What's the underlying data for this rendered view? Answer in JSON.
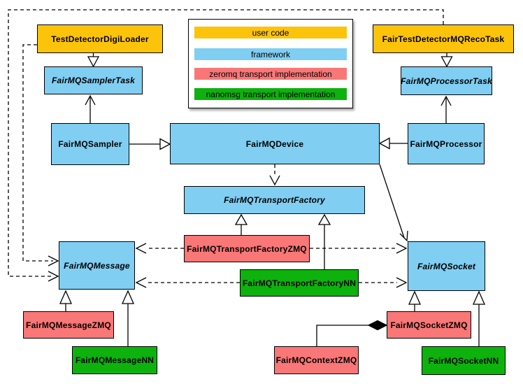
{
  "diagram_type": "uml-class-diagram",
  "palette": {
    "user_code": "#fcc30b",
    "framework": "#80cef2",
    "zeromq": "#f97777",
    "nanomsg": "#0db20d",
    "line": "#000000",
    "background": "#ffffff"
  },
  "legend": {
    "items": [
      {
        "label": "user code",
        "color": "#fcc30b",
        "category": "user_code"
      },
      {
        "label": "framework",
        "color": "#80cef2",
        "category": "framework"
      },
      {
        "label": "zeromq transport implementation",
        "color": "#f97777",
        "category": "zeromq"
      },
      {
        "label": "nanomsg transport implementation",
        "color": "#0db20d",
        "category": "nanomsg"
      }
    ]
  },
  "nodes": {
    "test_detector_digi_loader": {
      "label": "TestDetectorDigiLoader",
      "category": "user_code",
      "abstract": false
    },
    "fair_test_detector_mq_reco_task": {
      "label": "FairTestDetectorMQRecoTask",
      "category": "user_code",
      "abstract": false
    },
    "fairmq_sampler_task": {
      "label": "FairMQSamplerTask",
      "category": "framework",
      "abstract": true
    },
    "fairmq_processor_task": {
      "label": "FairMQProcessorTask",
      "category": "framework",
      "abstract": true
    },
    "fairmq_sampler": {
      "label": "FairMQSampler",
      "category": "framework",
      "abstract": false
    },
    "fairmq_device": {
      "label": "FairMQDevice",
      "category": "framework",
      "abstract": false
    },
    "fairmq_processor": {
      "label": "FairMQProcessor",
      "category": "framework",
      "abstract": false
    },
    "fairmq_transport_factory": {
      "label": "FairMQTransportFactory",
      "category": "framework",
      "abstract": true
    },
    "fairmq_transport_factory_zmq": {
      "label": "FairMQTransportFactoryZMQ",
      "category": "zeromq",
      "abstract": false
    },
    "fairmq_transport_factory_nn": {
      "label": "FairMQTransportFactoryNN",
      "category": "nanomsg",
      "abstract": false
    },
    "fairmq_message": {
      "label": "FairMQMessage",
      "category": "framework",
      "abstract": true
    },
    "fairmq_socket": {
      "label": "FairMQSocket",
      "category": "framework",
      "abstract": true
    },
    "fairmq_message_zmq": {
      "label": "FairMQMessageZMQ",
      "category": "zeromq",
      "abstract": false
    },
    "fairmq_message_nn": {
      "label": "FairMQMessageNN",
      "category": "nanomsg",
      "abstract": false
    },
    "fairmq_context_zmq": {
      "label": "FairMQContextZMQ",
      "category": "zeromq",
      "abstract": false
    },
    "fairmq_socket_zmq": {
      "label": "FairMQSocketZMQ",
      "category": "zeromq",
      "abstract": false
    },
    "fairmq_socket_nn": {
      "label": "FairMQSocketNN",
      "category": "nanomsg",
      "abstract": false
    }
  },
  "relationships": [
    {
      "from": "TestDetectorDigiLoader",
      "to": "FairMQSamplerTask",
      "type": "generalization"
    },
    {
      "from": "FairTestDetectorMQRecoTask",
      "to": "FairMQProcessorTask",
      "type": "generalization"
    },
    {
      "from": "FairMQSampler",
      "to": "FairMQSamplerTask",
      "type": "association-arrow"
    },
    {
      "from": "FairMQProcessor",
      "to": "FairMQProcessorTask",
      "type": "association-arrow"
    },
    {
      "from": "FairMQSampler",
      "to": "FairMQDevice",
      "type": "generalization"
    },
    {
      "from": "FairMQProcessor",
      "to": "FairMQDevice",
      "type": "generalization"
    },
    {
      "from": "FairMQDevice",
      "to": "FairMQTransportFactory",
      "type": "dashed-dependency"
    },
    {
      "from": "FairMQDevice",
      "to": "FairMQSocket",
      "type": "association-arrow"
    },
    {
      "from": "FairMQTransportFactoryZMQ",
      "to": "FairMQTransportFactory",
      "type": "generalization"
    },
    {
      "from": "FairMQTransportFactoryNN",
      "to": "FairMQTransportFactory",
      "type": "generalization"
    },
    {
      "from": "FairMQTransportFactoryZMQ",
      "to": "FairMQMessage",
      "type": "dashed-dependency"
    },
    {
      "from": "FairMQTransportFactoryZMQ",
      "to": "FairMQSocket",
      "type": "dashed-dependency"
    },
    {
      "from": "FairMQTransportFactoryNN",
      "to": "FairMQMessage",
      "type": "dashed-dependency"
    },
    {
      "from": "FairMQTransportFactoryNN",
      "to": "FairMQSocket",
      "type": "dashed-dependency"
    },
    {
      "from": "TestDetectorDigiLoader",
      "to": "FairMQMessage",
      "type": "dashed-dependency"
    },
    {
      "from": "FairTestDetectorMQRecoTask",
      "to": "FairMQMessage",
      "type": "dashed-dependency"
    },
    {
      "from": "FairMQMessageZMQ",
      "to": "FairMQMessage",
      "type": "generalization"
    },
    {
      "from": "FairMQMessageNN",
      "to": "FairMQMessage",
      "type": "generalization"
    },
    {
      "from": "FairMQSocketZMQ",
      "to": "FairMQSocket",
      "type": "generalization"
    },
    {
      "from": "FairMQSocketNN",
      "to": "FairMQSocket",
      "type": "generalization"
    },
    {
      "from": "FairMQContextZMQ",
      "to": "FairMQSocketZMQ",
      "type": "composition"
    }
  ]
}
